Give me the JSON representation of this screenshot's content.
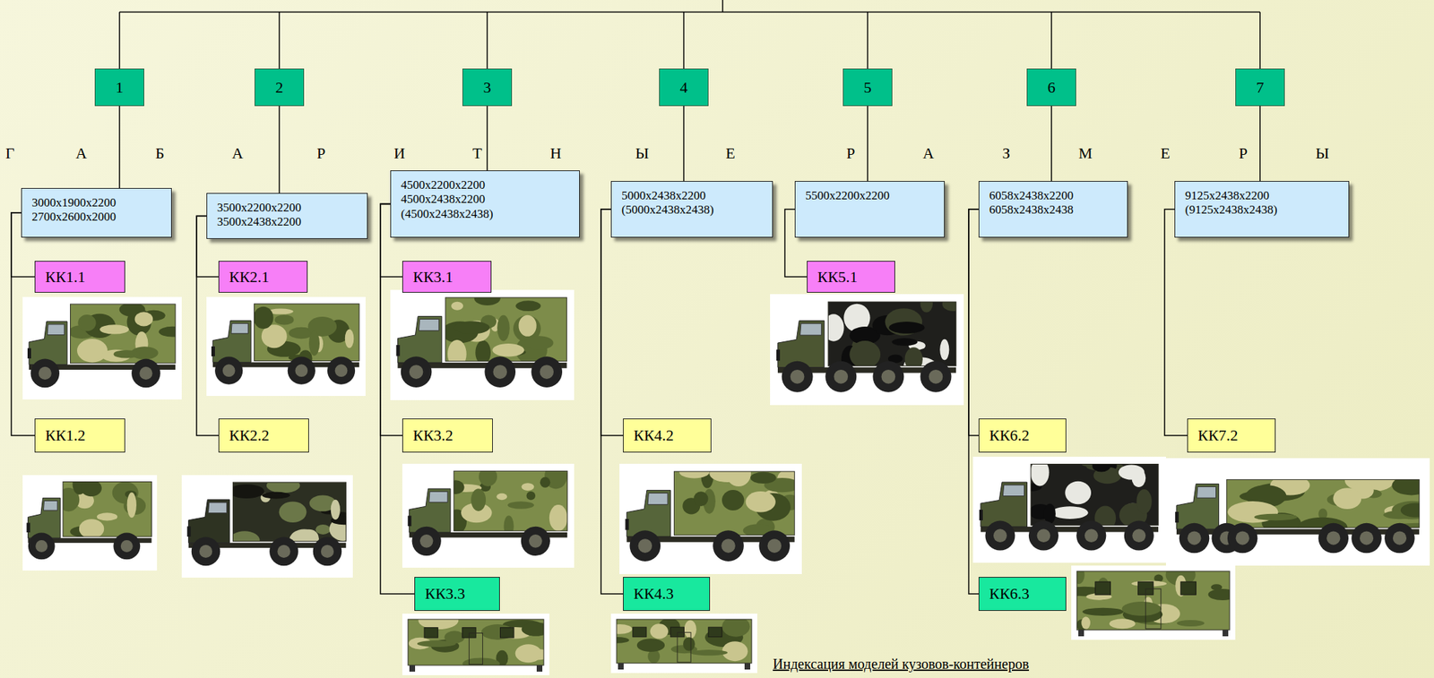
{
  "diagram": {
    "caption": "Индексация моделей кузовов-контейнеров",
    "nodes": [
      {
        "text": [
          "1"
        ]
      },
      {
        "text": [
          "3000x1900x2200",
          "2700x2600x2000"
        ]
      },
      {
        "text": [
          "КК1.1"
        ]
      },
      {
        "text": [
          "КК1.2"
        ]
      },
      {
        "text": [
          "2"
        ]
      },
      {
        "text": [
          "3500x2200x2200",
          "3500x2438x2200"
        ]
      },
      {
        "text": [
          "КК2.1"
        ]
      },
      {
        "text": [
          "КК2.2"
        ]
      },
      {
        "text": [
          "3"
        ]
      },
      {
        "text": [
          "4500x2200x2200",
          "4500x2438x2200",
          "(4500x2438x2438)"
        ]
      },
      {
        "text": [
          "КК3.1"
        ]
      },
      {
        "text": [
          "КК3.2"
        ]
      },
      {
        "text": [
          "КК3.3"
        ]
      },
      {
        "text": [
          "4"
        ]
      },
      {
        "text": [
          "5000x2438x2200",
          "(5000x2438x2438)"
        ]
      },
      {
        "text": [
          "КК4.2"
        ]
      },
      {
        "text": [
          "КК4.3"
        ]
      },
      {
        "text": [
          "5"
        ]
      },
      {
        "text": [
          "5500x2200x2200"
        ]
      },
      {
        "text": [
          "КК5.1"
        ]
      },
      {
        "text": [
          "6"
        ]
      },
      {
        "text": [
          "6058x2438x2200",
          "6058x2438x2438"
        ]
      },
      {
        "text": [
          "КК6.2"
        ]
      },
      {
        "text": [
          "КК6.3"
        ]
      },
      {
        "text": [
          "7"
        ]
      },
      {
        "text": [
          "9125x2438x2200",
          "(9125x2438x2438)"
        ]
      },
      {
        "text": [
          "КК7.2"
        ]
      }
    ],
    "edges": [
      {
        "from": 0,
        "to": 1,
        "arrow": "none"
      },
      {
        "from": 1,
        "to": 2,
        "arrow": "none"
      },
      {
        "from": 1,
        "to": 3,
        "arrow": "none"
      },
      {
        "from": 4,
        "to": 5,
        "arrow": "none"
      },
      {
        "from": 5,
        "to": 6,
        "arrow": "none"
      },
      {
        "from": 5,
        "to": 7,
        "arrow": "none"
      },
      {
        "from": 8,
        "to": 9,
        "arrow": "none"
      },
      {
        "from": 9,
        "to": 10,
        "arrow": "none"
      },
      {
        "from": 9,
        "to": 11,
        "arrow": "none"
      },
      {
        "from": 9,
        "to": 12,
        "arrow": "none"
      },
      {
        "from": 13,
        "to": 14,
        "arrow": "none"
      },
      {
        "from": 14,
        "to": 15,
        "arrow": "none"
      },
      {
        "from": 14,
        "to": 16,
        "arrow": "none"
      },
      {
        "from": 17,
        "to": 18,
        "arrow": "none"
      },
      {
        "from": 18,
        "to": 19,
        "arrow": "none"
      },
      {
        "from": 20,
        "to": 21,
        "arrow": "none"
      },
      {
        "from": 21,
        "to": 22,
        "arrow": "none"
      },
      {
        "from": 21,
        "to": 23,
        "arrow": "none"
      },
      {
        "from": 24,
        "to": 25,
        "arrow": "none"
      },
      {
        "from": 25,
        "to": 26,
        "arrow": "none"
      }
    ],
    "labels": [
      "Г",
      "А",
      "Б",
      "А",
      "Р",
      "И",
      "Т",
      "Н",
      "Ы",
      "Е",
      "Р",
      "А",
      "З",
      "М",
      "Е",
      "Р",
      "Ы"
    ]
  }
}
